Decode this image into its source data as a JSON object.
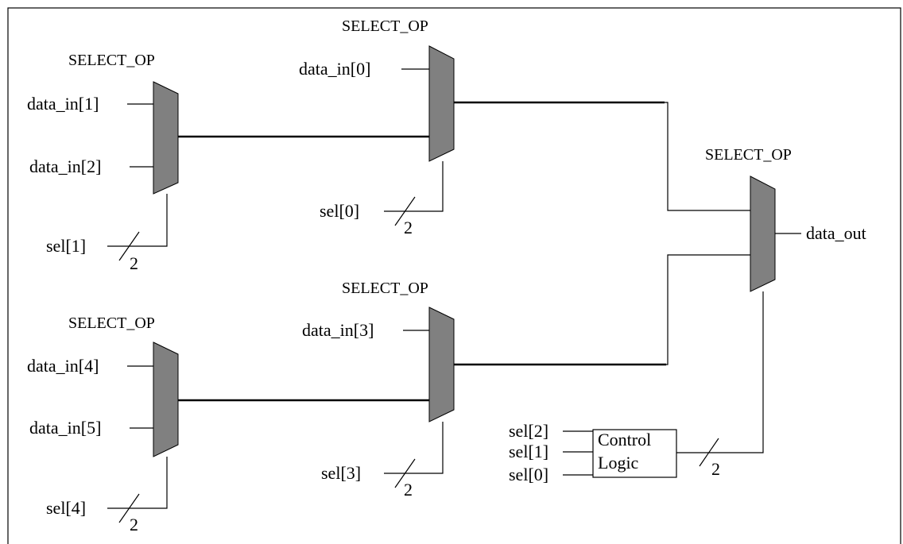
{
  "diagram": {
    "mux_label": "SELECT_OP",
    "muxes": [
      {
        "id": "mux-1",
        "label": "SELECT_OP",
        "inputs": [
          "data_in[1]",
          "data_in[2]"
        ],
        "select": "sel[1]",
        "select_width": "2"
      },
      {
        "id": "mux-0",
        "label": "SELECT_OP",
        "inputs": [
          "data_in[0]"
        ],
        "select": "sel[0]",
        "select_width": "2"
      },
      {
        "id": "mux-4",
        "label": "SELECT_OP",
        "inputs": [
          "data_in[4]",
          "data_in[5]"
        ],
        "select": "sel[4]",
        "select_width": "2"
      },
      {
        "id": "mux-3",
        "label": "SELECT_OP",
        "inputs": [
          "data_in[3]"
        ],
        "select": "sel[3]",
        "select_width": "2"
      },
      {
        "id": "mux-out",
        "label": "SELECT_OP",
        "output": "data_out"
      }
    ],
    "control_logic": {
      "label_line1": "Control",
      "label_line2": "Logic",
      "inputs": [
        "sel[2]",
        "sel[1]",
        "sel[0]"
      ],
      "output_width": "2"
    }
  }
}
